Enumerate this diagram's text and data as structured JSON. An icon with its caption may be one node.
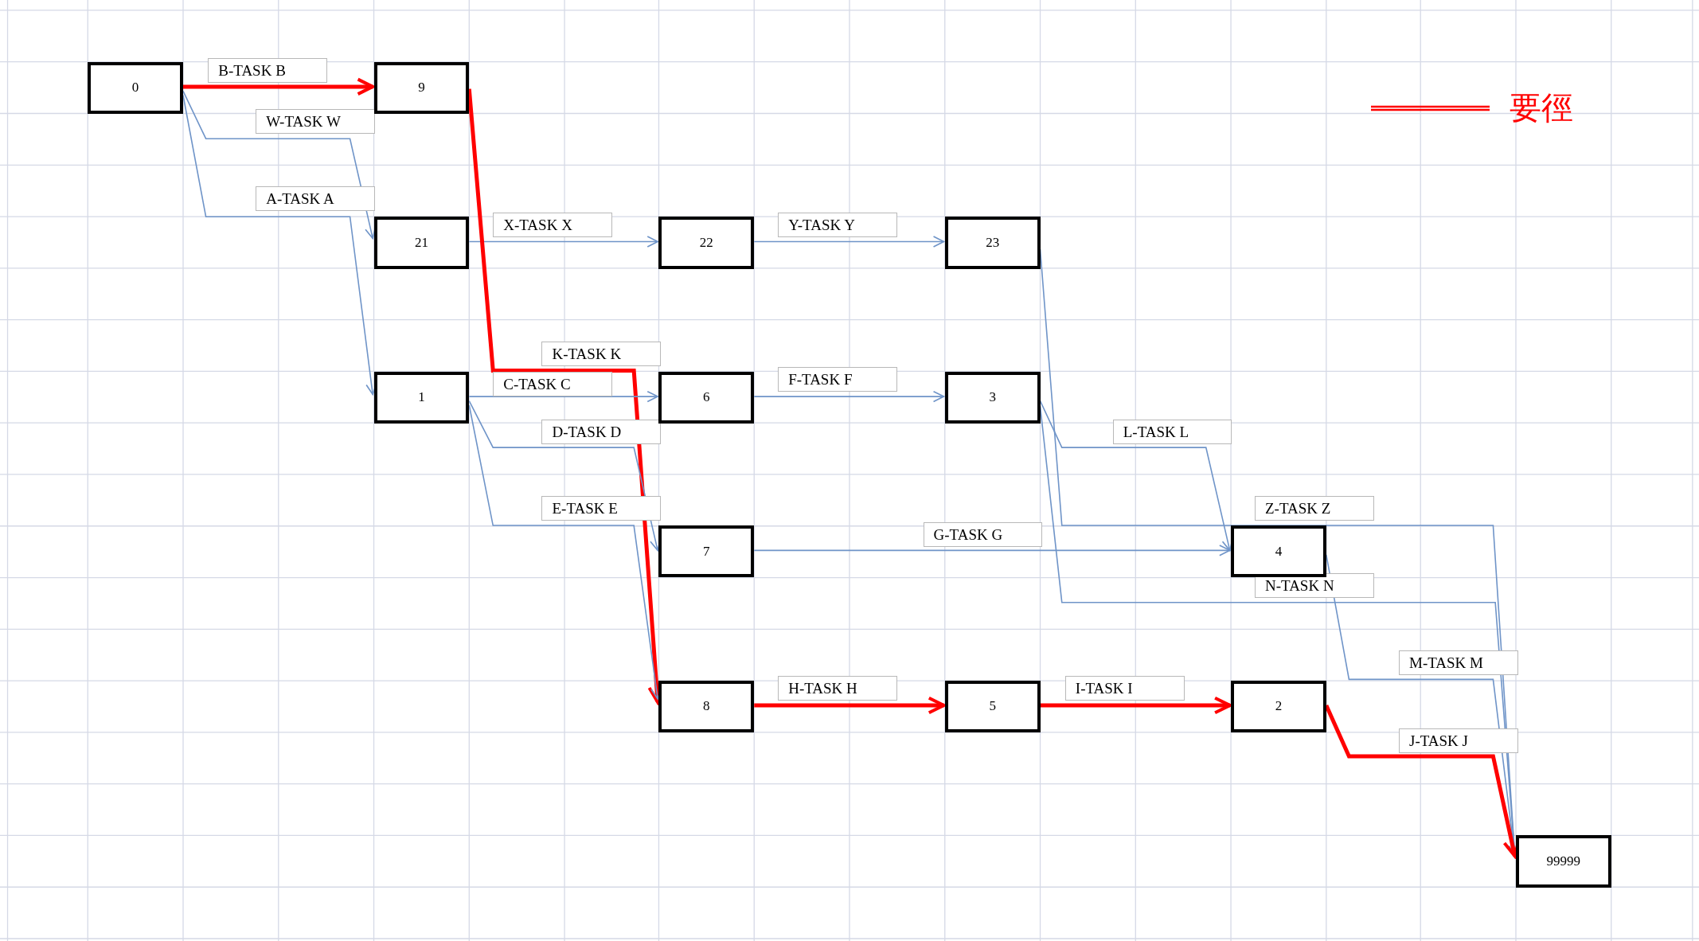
{
  "diagram": {
    "nodes": [
      {
        "text": [
          "0"
        ]
      },
      {
        "text": [
          "9"
        ]
      },
      {
        "text": [
          "21"
        ]
      },
      {
        "text": [
          "22"
        ]
      },
      {
        "text": [
          "23"
        ]
      },
      {
        "text": [
          "1"
        ]
      },
      {
        "text": [
          "6"
        ]
      },
      {
        "text": [
          "3"
        ]
      },
      {
        "text": [
          "7"
        ]
      },
      {
        "text": [
          "4"
        ]
      },
      {
        "text": [
          "8"
        ]
      },
      {
        "text": [
          "5"
        ]
      },
      {
        "text": [
          "2"
        ]
      },
      {
        "text": [
          "99999"
        ]
      }
    ],
    "edges": [
      {
        "from": 0,
        "to": 1,
        "arrow": "to",
        "label": "B-TASK B",
        "style": "thick",
        "color": "#ff0000"
      },
      {
        "from": 0,
        "to": 2,
        "arrow": "to",
        "label": "W-TASK W"
      },
      {
        "from": 0,
        "to": 5,
        "arrow": "to",
        "label": "A-TASK A"
      },
      {
        "from": 2,
        "to": 3,
        "arrow": "to",
        "label": "X-TASK X"
      },
      {
        "from": 3,
        "to": 4,
        "arrow": "to",
        "label": "Y-TASK Y"
      },
      {
        "from": 1,
        "to": 10,
        "arrow": "to",
        "label": "K-TASK K",
        "style": "thick",
        "color": "#ff0000"
      },
      {
        "from": 5,
        "to": 6,
        "arrow": "to",
        "label": "C-TASK C"
      },
      {
        "from": 5,
        "to": 8,
        "arrow": "to",
        "label": "D-TASK D"
      },
      {
        "from": 5,
        "to": 10,
        "arrow": "to",
        "label": "E-TASK E"
      },
      {
        "from": 6,
        "to": 7,
        "arrow": "to",
        "label": "F-TASK F"
      },
      {
        "from": 8,
        "to": 9,
        "arrow": "to",
        "label": "G-TASK G"
      },
      {
        "from": 7,
        "to": 9,
        "arrow": "to",
        "label": "L-TASK L"
      },
      {
        "from": 4,
        "to": 13,
        "arrow": "to",
        "label": "Z-TASK Z"
      },
      {
        "from": 7,
        "to": 13,
        "arrow": "to",
        "label": "N-TASK N"
      },
      {
        "from": 9,
        "to": 13,
        "arrow": "to",
        "label": "M-TASK M"
      },
      {
        "from": 10,
        "to": 11,
        "arrow": "to",
        "label": "H-TASK H",
        "style": "thick",
        "color": "#ff0000"
      },
      {
        "from": 11,
        "to": 12,
        "arrow": "to",
        "label": "I-TASK I",
        "style": "thick",
        "color": "#ff0000"
      },
      {
        "from": 12,
        "to": 13,
        "arrow": "to",
        "label": "J-TASK J",
        "style": "thick",
        "color": "#ff0000"
      }
    ],
    "legend": [
      {
        "text": "要徑"
      }
    ]
  }
}
